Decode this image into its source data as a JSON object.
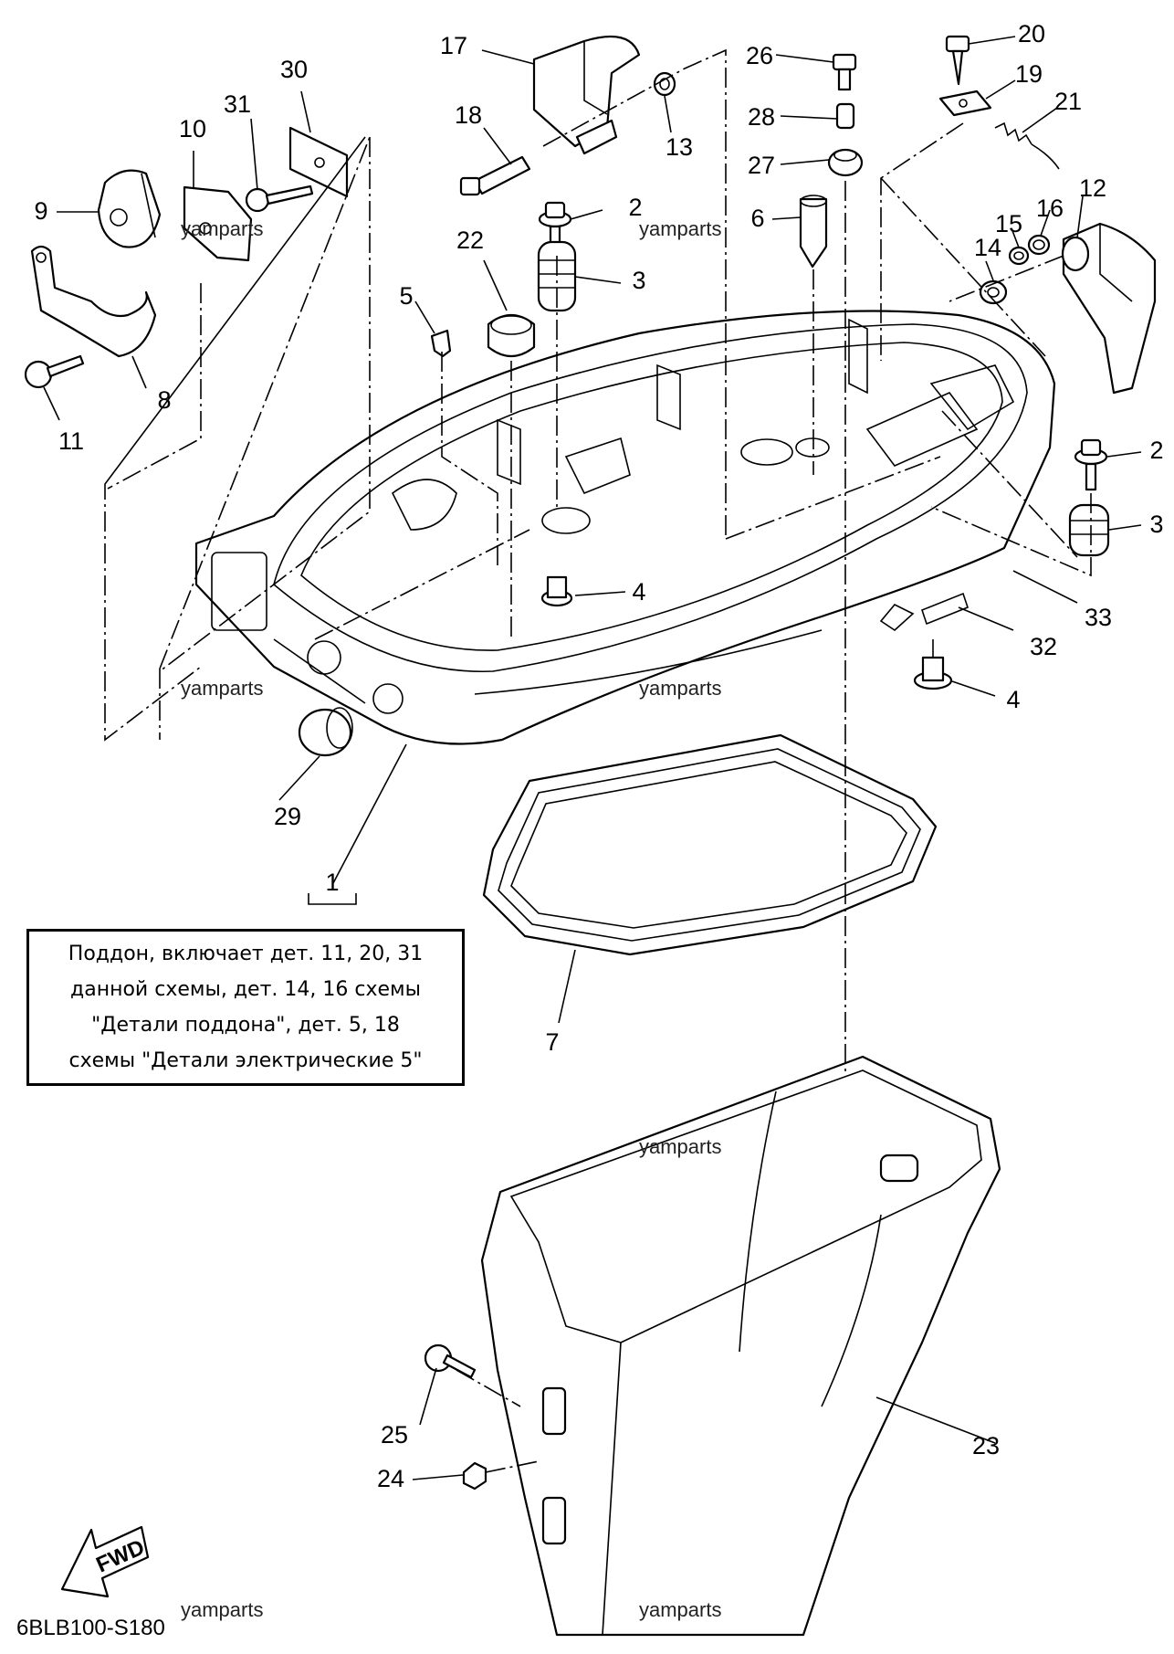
{
  "callouts": {
    "c1": "1",
    "c2a": "2",
    "c2b": "2",
    "c3a": "3",
    "c3b": "3",
    "c4a": "4",
    "c4b": "4",
    "c5": "5",
    "c6": "6",
    "c7": "7",
    "c8": "8",
    "c9": "9",
    "c10": "10",
    "c11": "11",
    "c12": "12",
    "c13": "13",
    "c14": "14",
    "c15": "15",
    "c16": "16",
    "c17": "17",
    "c18": "18",
    "c19": "19",
    "c20": "20",
    "c21": "21",
    "c22": "22",
    "c23": "23",
    "c24": "24",
    "c25": "25",
    "c26": "26",
    "c27": "27",
    "c28": "28",
    "c29": "29",
    "c30": "30",
    "c31": "31",
    "c32": "32",
    "c33": "33"
  },
  "watermark": "yamparts",
  "note": {
    "line1": "Поддон, включает дет. 11, 20, 31",
    "line2": "данной схемы, дет. 14, 16 схемы",
    "line3": "\"Детали поддона\", дет. 5, 18",
    "line4": "схемы \"Детали электрические 5\""
  },
  "fwd_label": "FWD",
  "diagram_code": "6BLB100-S180"
}
